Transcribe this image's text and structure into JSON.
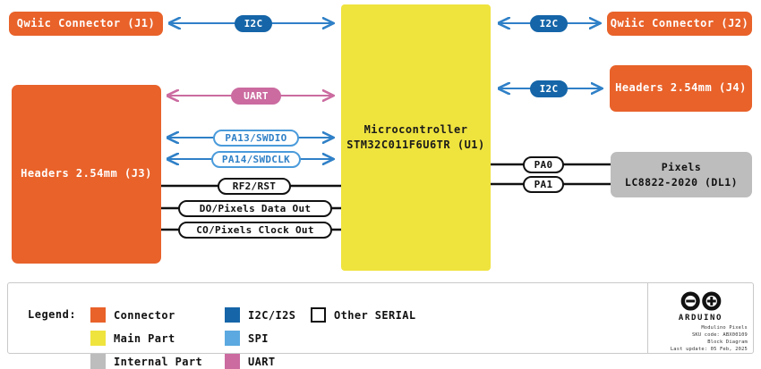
{
  "diagram": {
    "blocks": {
      "j1": {
        "label": "Qwiic Connector (J1)",
        "type": "connector"
      },
      "j2": {
        "label": "Qwiic Connector (J2)",
        "type": "connector"
      },
      "j3": {
        "label": "Headers 2.54mm (J3)",
        "type": "connector"
      },
      "j4": {
        "label": "Headers 2.54mm (J4)",
        "type": "connector"
      },
      "mcu": {
        "line1": "Microcontroller",
        "line2": "STM32C011F6U6TR (U1)",
        "type": "main-part"
      },
      "pixels": {
        "line1": "Pixels",
        "line2": "LC8822-2020 (DL1)",
        "type": "internal-part"
      }
    },
    "signals": {
      "i2c_j1": "I2C",
      "i2c_j2": "I2C",
      "i2c_j4": "I2C",
      "uart": "UART",
      "swdio": "PA13/SWDIO",
      "swdclk": "PA14/SWDCLK",
      "rst": "RF2/RST",
      "data_out": "DO/Pixels Data Out",
      "clock_out": "CO/Pixels Clock Out",
      "pa0": "PA0",
      "pa1": "PA1"
    }
  },
  "legend": {
    "title": "Legend:",
    "items": [
      {
        "label": "Connector",
        "color": "#E8622A",
        "outline": false
      },
      {
        "label": "I2C/I2S",
        "color": "#1565A8",
        "outline": false
      },
      {
        "label": "Other SERIAL",
        "color": "#ffffff",
        "outline": true
      },
      {
        "label": "Main Part",
        "color": "#EFE33E",
        "outline": false
      },
      {
        "label": "SPI",
        "color": "#5BA9E0",
        "outline": false
      },
      {
        "label": "Internal Part",
        "color": "#BDBDBD",
        "outline": false
      },
      {
        "label": "UART",
        "color": "#CB6BA0",
        "outline": false
      }
    ]
  },
  "brand": {
    "wordmark": "ARDUINO",
    "product": "Modulino Pixels",
    "sku": "SKU code: ABX00109",
    "doc_type": "Block Diagram",
    "last_update": "Last update: 05 Feb, 2025"
  },
  "colors": {
    "connector": "#E8622A",
    "main_part": "#EFE33E",
    "internal_part": "#BDBDBD",
    "i2c": "#1565A8",
    "i2c_line": "#2F80C7",
    "spi": "#5BA9E0",
    "uart": "#CB6BA0",
    "serial": "#111111"
  }
}
